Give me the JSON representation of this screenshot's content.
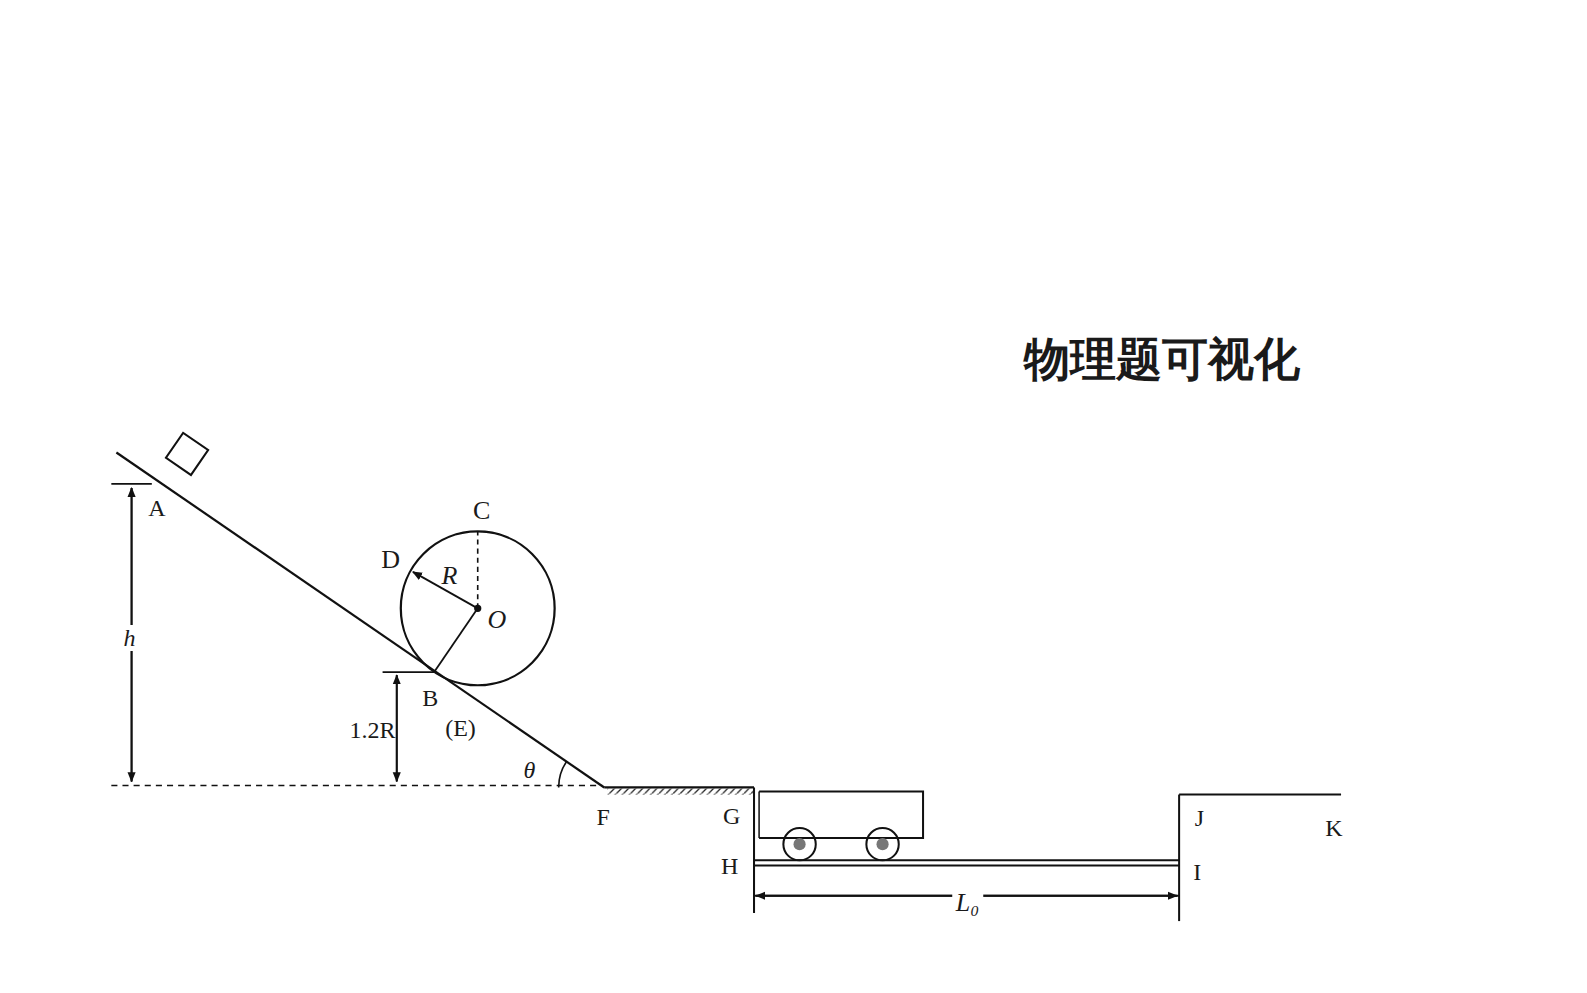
{
  "diagram": {
    "labels": [
      "物理题可视化",
      "A",
      "C",
      "D",
      "R",
      "O",
      "h",
      "B",
      "1.2R",
      "(E)",
      "θ",
      "F",
      "G",
      "H",
      "J",
      "K",
      "I",
      "L₀"
    ]
  }
}
